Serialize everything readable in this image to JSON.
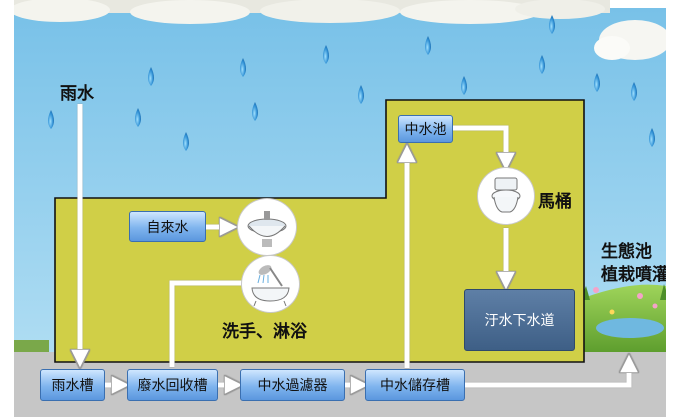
{
  "labels": {
    "rain": "雨水",
    "toilet": "馬桶",
    "wash": "洗手、淋浴",
    "pond": "生態池",
    "plant": "植栽噴灌"
  },
  "boxes": {
    "tap_water": "自來水",
    "greywater_tank": "中水池",
    "sewer": "汙水下水道",
    "rain_tank": "雨水槽",
    "waste_tank": "廢水回收槽",
    "filter": "中水過濾器",
    "storage": "中水儲存槽"
  },
  "colors": {
    "sky": "#86c8ea",
    "building": "#d1d04a",
    "ground": "#c7c7c7",
    "pipe": "#ffffff",
    "box": "#6fa8e6",
    "drop": "#2f8fd0"
  },
  "icons": [
    "raindrop-icon",
    "cloud-icon",
    "sink-icon",
    "shower-bathtub-icon",
    "toilet-icon"
  ]
}
